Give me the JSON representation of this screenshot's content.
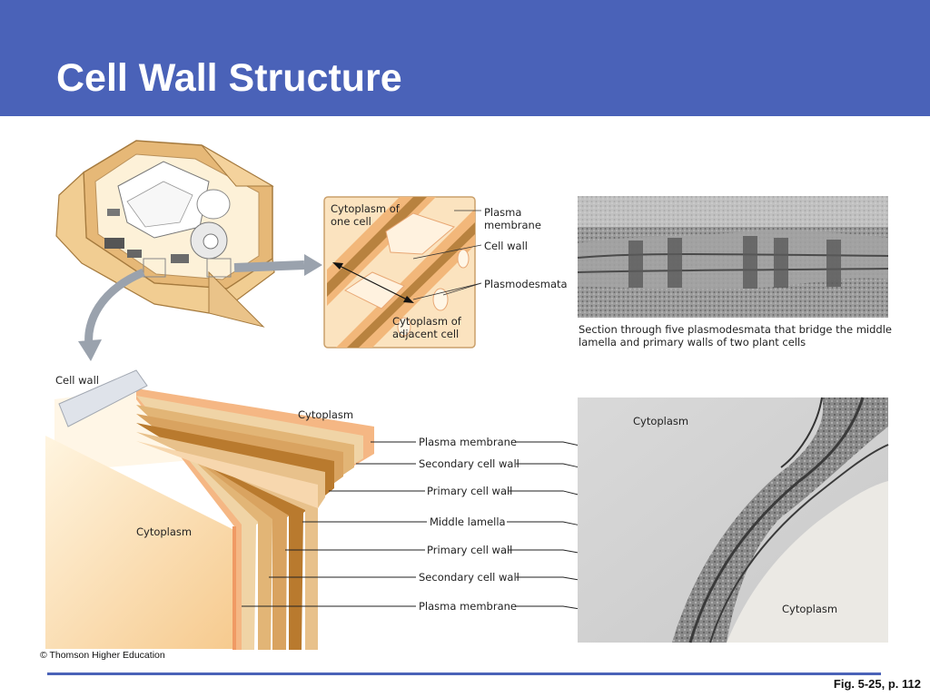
{
  "title": "Cell Wall Structure",
  "inset": {
    "cytoplasm_one_cell": [
      "Cytoplasm of",
      "one cell"
    ],
    "cytoplasm_adjacent": [
      "Cytoplasm of",
      "adjacent cell"
    ],
    "plasma_membrane": [
      "Plasma",
      "membrane"
    ],
    "cell_wall": "Cell wall",
    "plasmodesmata": "Plasmodesmata"
  },
  "micrograph_caption": [
    "Section through five plasmodesmata that bridge the middle",
    "lamella and primary walls of two plant cells"
  ],
  "layers": {
    "cell_wall_label": "Cell wall",
    "cytoplasm_top": "Cytoplasm",
    "cytoplasm_left": "Cytoplasm",
    "items": [
      "Plasma membrane",
      "Secondary cell wall",
      "Primary cell wall",
      "Middle lamella",
      "Primary cell wall",
      "Secondary cell wall",
      "Plasma membrane"
    ]
  },
  "tem": {
    "cytoplasm_top": "Cytoplasm",
    "cytoplasm_bottom": "Cytoplasm"
  },
  "copyright": "© Thomson Higher Education",
  "figure_ref": "Fig. 5-25, p. 112"
}
